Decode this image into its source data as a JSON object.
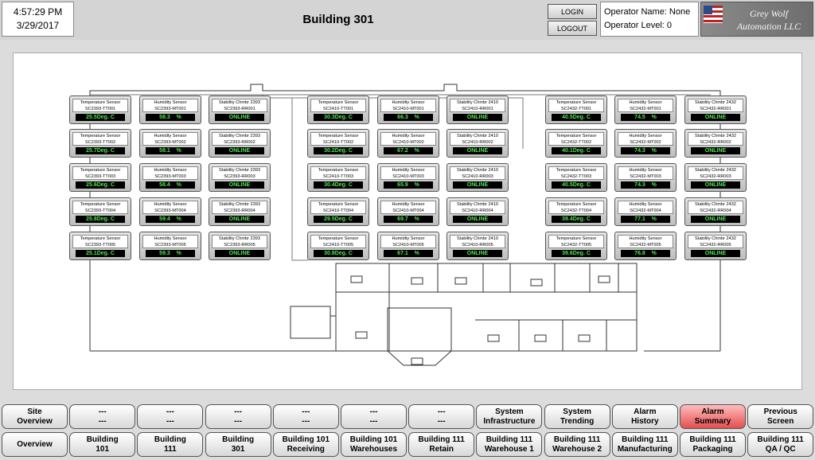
{
  "header": {
    "time": "4:57:29 PM",
    "date": "3/29/2017",
    "title": "Building 301",
    "login_label": "LOGIN",
    "logout_label": "LOGOUT",
    "operator_name": "Operator Name: None",
    "operator_level": "Operator Level:  0",
    "logo_line1": "Grey Wolf",
    "logo_line2": "Automation LLC"
  },
  "sensors": [
    [
      {
        "label": "Temperature Sensor",
        "id": "SC2393-TT001",
        "value": "25.5Deg. C"
      },
      {
        "label": "Humidity Sensor",
        "id": "SC2393-MT001",
        "value": "58.3    %"
      },
      {
        "label": "Stability Chmbr 2393",
        "id": "SC2393-RR001",
        "value": "ONLINE"
      },
      {
        "label": "Temperature Sensor",
        "id": "SC2410-TT001",
        "value": "30.3Deg. C"
      },
      {
        "label": "Humidity Sensor",
        "id": "SC2410-MT001",
        "value": "66.3    %"
      },
      {
        "label": "Stability Chmbr 2410",
        "id": "SC2410-RR001",
        "value": "ONLINE"
      },
      {
        "label": "Temperature Sensor",
        "id": "SC2432-TT001",
        "value": "40.5Deg. C"
      },
      {
        "label": "Humidity Sensor",
        "id": "SC2432-MT001",
        "value": "74.5    %"
      },
      {
        "label": "Stability Chmbr 2432",
        "id": "SC2432-RR001",
        "value": "ONLINE"
      }
    ],
    [
      {
        "label": "Temperature Sensor",
        "id": "SC2393-TT002",
        "value": "25.7Deg. C"
      },
      {
        "label": "Humidity Sensor",
        "id": "SC2393-MT002",
        "value": "58.1    %"
      },
      {
        "label": "Stability Chmbr 2393",
        "id": "SC2393-RR002",
        "value": "ONLINE"
      },
      {
        "label": "Temperature Sensor",
        "id": "SC2410-TT002",
        "value": "30.2Deg. C"
      },
      {
        "label": "Humidity Sensor",
        "id": "SC2410-MT002",
        "value": "67.2    %"
      },
      {
        "label": "Stability Chmbr 2410",
        "id": "SC2410-RR002",
        "value": "ONLINE"
      },
      {
        "label": "Temperature Sensor",
        "id": "SC2432-TT002",
        "value": "40.1Deg. C"
      },
      {
        "label": "Humidity Sensor",
        "id": "SC2432-MT002",
        "value": "74.3    %"
      },
      {
        "label": "Stability Chmbr 2432",
        "id": "SC2432-RR002",
        "value": "ONLINE"
      }
    ],
    [
      {
        "label": "Temperature Sensor",
        "id": "SC2393-TT003",
        "value": "25.6Deg. C"
      },
      {
        "label": "Humidity Sensor",
        "id": "SC2393-MT003",
        "value": "58.4    %"
      },
      {
        "label": "Stability Chmbr 2393",
        "id": "SC2393-RR003",
        "value": "ONLINE"
      },
      {
        "label": "Temperature Sensor",
        "id": "SC2410-TT003",
        "value": "30.4Deg. C"
      },
      {
        "label": "Humidity Sensor",
        "id": "SC2410-MT003",
        "value": "65.9    %"
      },
      {
        "label": "Stability Chmbr 2410",
        "id": "SC2410-RR003",
        "value": "ONLINE"
      },
      {
        "label": "Temperature Sensor",
        "id": "SC2432-TT003",
        "value": "40.5Deg. C"
      },
      {
        "label": "Humidity Sensor",
        "id": "SC2432-MT003",
        "value": "74.3    %"
      },
      {
        "label": "Stability Chmbr 2432",
        "id": "SC2432-RR003",
        "value": "ONLINE"
      }
    ],
    [
      {
        "label": "Temperature Sensor",
        "id": "SC2393-TT004",
        "value": "25.8Deg. C"
      },
      {
        "label": "Humidity Sensor",
        "id": "SC2393-MT004",
        "value": "59.4    %"
      },
      {
        "label": "Stability Chmbr 2393",
        "id": "SC2393-RR004",
        "value": "ONLINE"
      },
      {
        "label": "Temperature Sensor",
        "id": "SC2410-TT004",
        "value": "29.5Deg. C"
      },
      {
        "label": "Humidity Sensor",
        "id": "SC2410-MT004",
        "value": "69.7    %"
      },
      {
        "label": "Stability Chmbr 2410",
        "id": "SC2410-RR004",
        "value": "ONLINE"
      },
      {
        "label": "Temperature Sensor",
        "id": "SC2432-TT004",
        "value": "39.4Deg. C"
      },
      {
        "label": "Humidity Sensor",
        "id": "SC2432-MT004",
        "value": "77.1    %"
      },
      {
        "label": "Stability Chmbr 2432",
        "id": "SC2432-RR004",
        "value": "ONLINE"
      }
    ],
    [
      {
        "label": "Temperature Sensor",
        "id": "SC2393-TT005",
        "value": "25.1Deg. C"
      },
      {
        "label": "Humidity Sensor",
        "id": "SC2393-MT005",
        "value": "59.3    %"
      },
      {
        "label": "Stability Chmbr 2393",
        "id": "SC2393-RR005",
        "value": "ONLINE"
      },
      {
        "label": "Temperature Sensor",
        "id": "SC2410-TT005",
        "value": "30.8Deg. C"
      },
      {
        "label": "Humidity Sensor",
        "id": "SC2410-MT005",
        "value": "67.1    %"
      },
      {
        "label": "Stability Chmbr 2410",
        "id": "SC2410-RR005",
        "value": "ONLINE"
      },
      {
        "label": "Temperature Sensor",
        "id": "SC2432-TT005",
        "value": "39.6Deg. C"
      },
      {
        "label": "Humidity Sensor",
        "id": "SC2432-MT005",
        "value": "76.8    %"
      },
      {
        "label": "Stability Chmbr 2432",
        "id": "SC2432-RR005",
        "value": "ONLINE"
      }
    ]
  ],
  "nav_top": [
    {
      "line1": "Site",
      "line2": "Overview"
    },
    {
      "line1": "---",
      "line2": "---"
    },
    {
      "line1": "---",
      "line2": "---"
    },
    {
      "line1": "---",
      "line2": "---"
    },
    {
      "line1": "---",
      "line2": "---"
    },
    {
      "line1": "---",
      "line2": "---"
    },
    {
      "line1": "---",
      "line2": "---"
    },
    {
      "line1": "System",
      "line2": "Infrastructure"
    },
    {
      "line1": "System",
      "line2": "Trending"
    },
    {
      "line1": "Alarm",
      "line2": "History"
    },
    {
      "line1": "Alarm",
      "line2": "Summary",
      "alarm": true
    },
    {
      "line1": "Previous",
      "line2": "Screen"
    }
  ],
  "nav_bottom": [
    {
      "line1": "Overview",
      "line2": ""
    },
    {
      "line1": "Building",
      "line2": "101"
    },
    {
      "line1": "Building",
      "line2": "111"
    },
    {
      "line1": "Building",
      "line2": "301"
    },
    {
      "line1": "Building 101",
      "line2": "Receiving"
    },
    {
      "line1": "Building 101",
      "line2": "Warehouses"
    },
    {
      "line1": "Building 111",
      "line2": "Retain"
    },
    {
      "line1": "Building 111",
      "line2": "Warehouse 1"
    },
    {
      "line1": "Building 111",
      "line2": "Warehouse 2"
    },
    {
      "line1": "Building 111",
      "line2": "Manufacturing"
    },
    {
      "line1": "Building 111",
      "line2": "Packaging"
    },
    {
      "line1": "Building 111",
      "line2": "QA / QC"
    }
  ],
  "colors": {
    "value_text": "#4fe64f",
    "alarm_button": "#e34e4e"
  }
}
